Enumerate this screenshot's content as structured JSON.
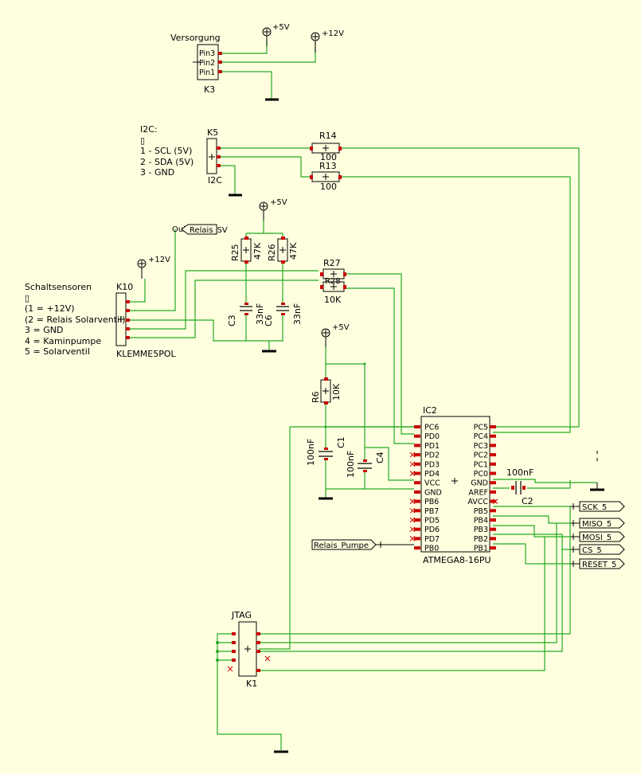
{
  "power_labels": {
    "p5v": "+5V",
    "p12v": "+12V"
  },
  "versorgung": {
    "title": "Versorgung",
    "pins": [
      "Pin3",
      "Pin2",
      "Pin1"
    ],
    "ref": "K3"
  },
  "i2c": {
    "header_lines": [
      "I2C:",
      "▯",
      "1 - SCL (5V)",
      "2 - SDA (5V)",
      "3 - GND"
    ],
    "ref": "K5",
    "name": "I2C"
  },
  "resistors": {
    "r14": {
      "ref": "R14",
      "value": "100"
    },
    "r13": {
      "ref": "R13",
      "value": "100"
    },
    "r25": {
      "ref": "R25",
      "value": "47K"
    },
    "r26": {
      "ref": "R26",
      "value": "47K"
    },
    "r27": {
      "ref": "R27",
      "value": ""
    },
    "r28": {
      "ref": "R28",
      "value": "10K"
    },
    "r6": {
      "ref": "R6",
      "value": "10K"
    }
  },
  "capacitors": {
    "c3": {
      "ref": "C3",
      "value": "33nF"
    },
    "c6": {
      "ref": "C6",
      "value": "33nF"
    },
    "c1": {
      "ref": "C1",
      "value": "100nF"
    },
    "c4": {
      "ref": "C4",
      "value": "100nF"
    },
    "c2": {
      "ref": "C2",
      "value": "100nF"
    }
  },
  "schaltsensoren": {
    "lines": [
      "Schaltsensoren",
      "▯",
      "(1 = +12V)",
      "(2 = Relais Solarventil)",
      "3 = GND",
      "4 = Kaminpumpe",
      "5 = Solarventil"
    ],
    "ref": "K10",
    "name": "KLEMME5POL"
  },
  "net_flags": {
    "relais_sv": "Relais_SV",
    "out": "Out",
    "relais_pumpe": "Relais_Pumpe",
    "sck": "SCK_5",
    "miso": "MISO_5",
    "mosi": "MOSI_5",
    "cs": "CS_5",
    "reset": "RESET_5"
  },
  "mcu": {
    "ref": "IC2",
    "name": "ATMEGA8-16PU",
    "left_pins": [
      "PC6",
      "PD0",
      "PD1",
      "PD2",
      "PD3",
      "PD4",
      "VCC",
      "GND",
      "PB6",
      "PB7",
      "PD5",
      "PD6",
      "PD7",
      "PB0"
    ],
    "right_pins": [
      "PC5",
      "PC4",
      "PC3",
      "PC2",
      "PC1",
      "PC0",
      "GND",
      "AREF",
      "AVCC",
      "PB5",
      "PB4",
      "PB3",
      "PB2",
      "PB1"
    ]
  },
  "jtag": {
    "title": "JTAG",
    "ref": "K1"
  }
}
